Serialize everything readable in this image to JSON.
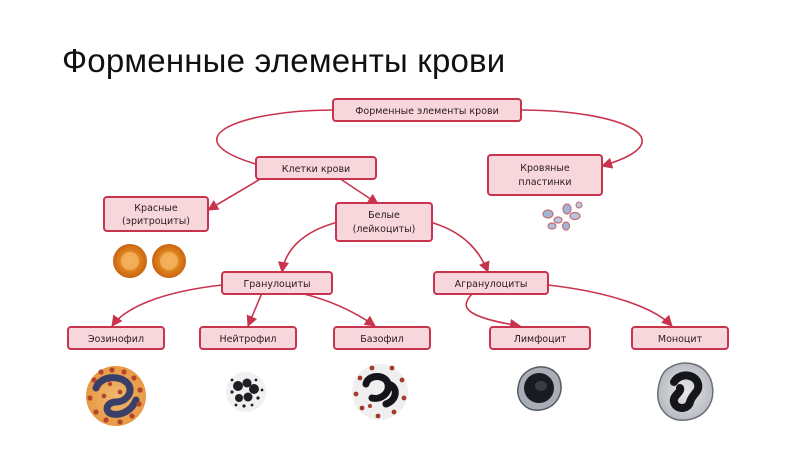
{
  "title": "Форменные элементы крови",
  "nodes": {
    "root": "Форменные элементы крови",
    "cells": "Клетки  крови",
    "platelets": [
      "Кровяные",
      "пластинки"
    ],
    "red": [
      "Красные",
      "(эритроциты)"
    ],
    "white": [
      "Белые",
      "(лейкоциты)"
    ],
    "granulocytes": "Гранулоциты",
    "agranulocytes": "Агранулоциты",
    "eosinophil": "Эозинофил",
    "neutrophil": "Нейтрофил",
    "basophil": "Базофил",
    "lymphocyte": "Лимфоцит",
    "monocyte": "Моноцит"
  },
  "colors": {
    "box_fill": "#f7d6dc",
    "box_stroke": "#c8344e",
    "arrow": "#c8344e"
  }
}
